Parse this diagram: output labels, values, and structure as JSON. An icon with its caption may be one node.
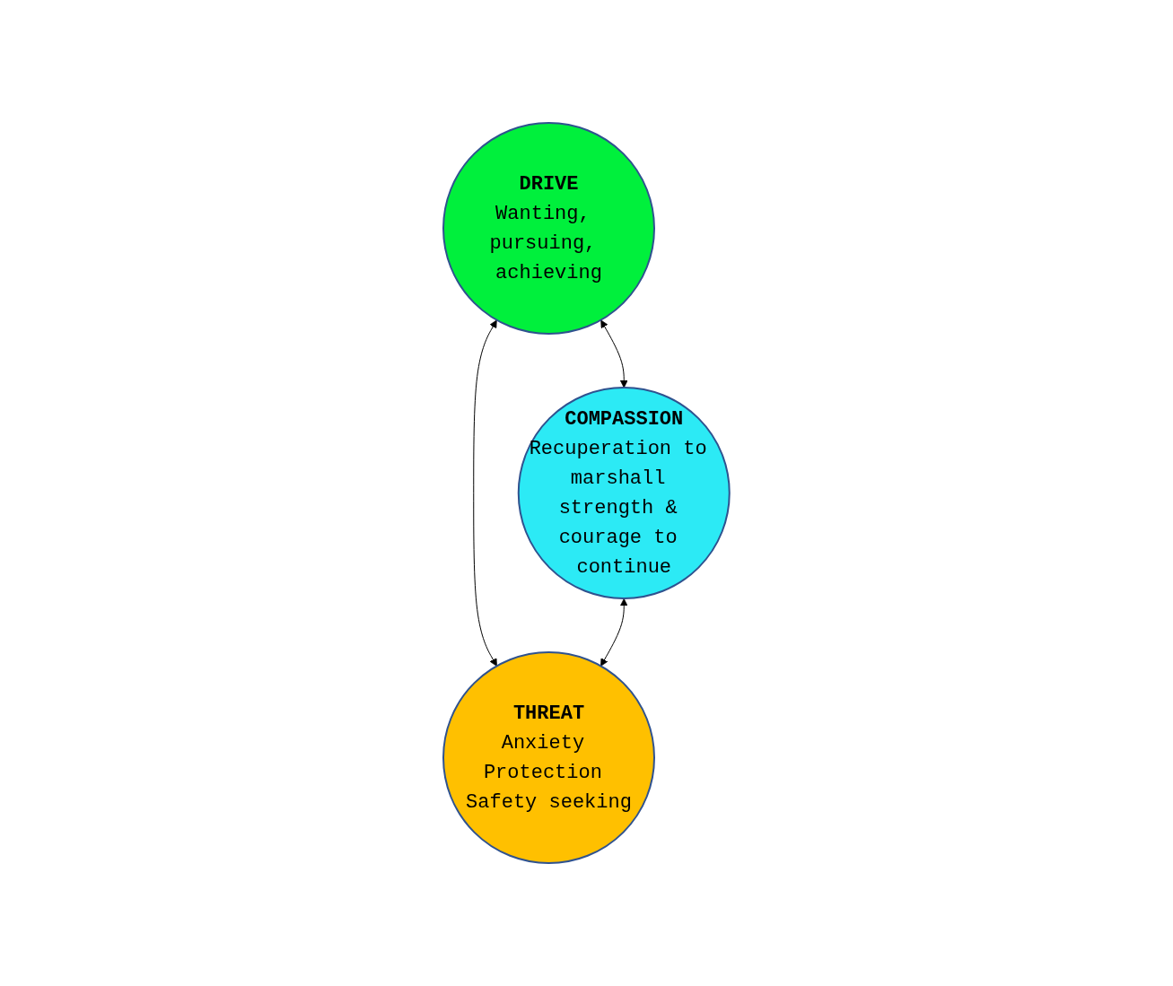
{
  "diagram": {
    "nodes": [
      {
        "text": [
          "DRIVE",
          "Wanting, pursuing, achieving"
        ]
      },
      {
        "text": [
          "COMPASSION",
          "Recuperation to marshall strength & courage to continue"
        ]
      },
      {
        "text": [
          "THREAT",
          "Anxiety Protection Safety seeking"
        ]
      }
    ],
    "edges": [
      {
        "from": 0,
        "to": 1,
        "arrow": "both"
      },
      {
        "from": 0,
        "to": 2,
        "arrow": "both"
      },
      {
        "from": 1,
        "to": 2,
        "arrow": "both"
      }
    ]
  }
}
